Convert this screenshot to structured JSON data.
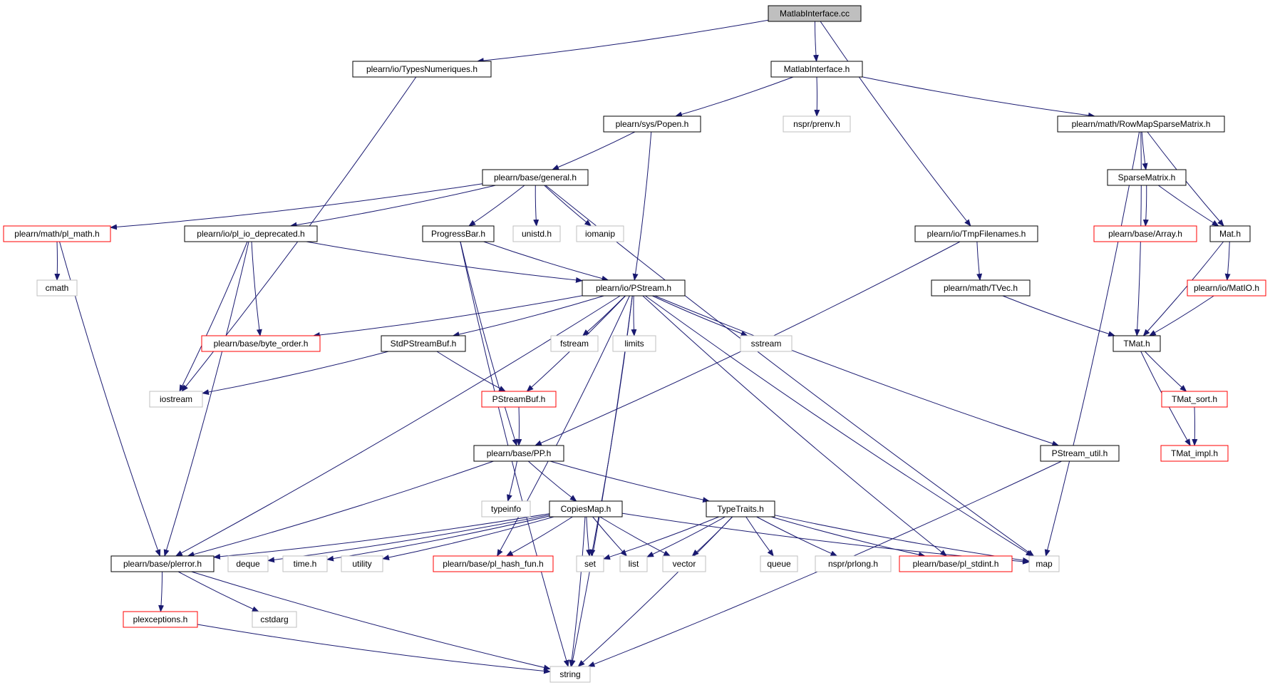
{
  "colors": {
    "edge": "#191970",
    "border_normal": "#000000",
    "border_truncated": "#ff0000",
    "border_external": "#bfbfbf",
    "fill_root": "#bfbfbf",
    "fill_default": "#ffffff",
    "text_normal": "#000000",
    "text_external": "#000000"
  },
  "nodes": [
    {
      "id": "matlabinterface_cc",
      "label": "MatlabInterface.cc",
      "style": "root"
    },
    {
      "id": "typesnumeriques_h",
      "label": "plearn/io/TypesNumeriques.h",
      "style": "normal"
    },
    {
      "id": "matlabinterface_h",
      "label": "MatlabInterface.h",
      "style": "normal"
    },
    {
      "id": "popen_h",
      "label": "plearn/sys/Popen.h",
      "style": "normal"
    },
    {
      "id": "prenv_h",
      "label": "nspr/prenv.h",
      "style": "external"
    },
    {
      "id": "rowmapsparsematrix_h",
      "label": "plearn/math/RowMapSparseMatrix.h",
      "style": "normal"
    },
    {
      "id": "general_h",
      "label": "plearn/base/general.h",
      "style": "normal"
    },
    {
      "id": "sparsematrix_h",
      "label": "SparseMatrix.h",
      "style": "normal"
    },
    {
      "id": "pl_math_h",
      "label": "plearn/math/pl_math.h",
      "style": "truncated"
    },
    {
      "id": "pl_io_deprecated_h",
      "label": "plearn/io/pl_io_deprecated.h",
      "style": "normal"
    },
    {
      "id": "progressbar_h",
      "label": "ProgressBar.h",
      "style": "normal"
    },
    {
      "id": "unistd_h",
      "label": "unistd.h",
      "style": "external"
    },
    {
      "id": "iomanip",
      "label": "iomanip",
      "style": "external"
    },
    {
      "id": "tmpfilenames_h",
      "label": "plearn/io/TmpFilenames.h",
      "style": "normal"
    },
    {
      "id": "array_h",
      "label": "plearn/base/Array.h",
      "style": "truncated"
    },
    {
      "id": "mat_h",
      "label": "Mat.h",
      "style": "normal"
    },
    {
      "id": "cmath",
      "label": "cmath",
      "style": "external"
    },
    {
      "id": "pstream_h",
      "label": "plearn/io/PStream.h",
      "style": "normal"
    },
    {
      "id": "tvec_h",
      "label": "plearn/math/TVec.h",
      "style": "normal"
    },
    {
      "id": "matio_h",
      "label": "plearn/io/MatIO.h",
      "style": "truncated"
    },
    {
      "id": "byte_order_h",
      "label": "plearn/base/byte_order.h",
      "style": "truncated"
    },
    {
      "id": "stdpstreambuf_h",
      "label": "StdPStreamBuf.h",
      "style": "normal"
    },
    {
      "id": "fstream",
      "label": "fstream",
      "style": "external"
    },
    {
      "id": "limits",
      "label": "limits",
      "style": "external"
    },
    {
      "id": "sstream",
      "label": "sstream",
      "style": "external"
    },
    {
      "id": "tmat_h",
      "label": "TMat.h",
      "style": "normal"
    },
    {
      "id": "iostream",
      "label": "iostream",
      "style": "external"
    },
    {
      "id": "pstreambuf_h",
      "label": "PStreamBuf.h",
      "style": "truncated"
    },
    {
      "id": "tmat_sort_h",
      "label": "TMat_sort.h",
      "style": "truncated"
    },
    {
      "id": "pp_h",
      "label": "plearn/base/PP.h",
      "style": "normal"
    },
    {
      "id": "pstream_util_h",
      "label": "PStream_util.h",
      "style": "normal"
    },
    {
      "id": "tmat_impl_h",
      "label": "TMat_impl.h",
      "style": "truncated"
    },
    {
      "id": "typeinfo",
      "label": "typeinfo",
      "style": "external"
    },
    {
      "id": "copiesmap_h",
      "label": "CopiesMap.h",
      "style": "normal"
    },
    {
      "id": "typetraits_h",
      "label": "TypeTraits.h",
      "style": "normal"
    },
    {
      "id": "plerror_h",
      "label": "plearn/base/plerror.h",
      "style": "normal"
    },
    {
      "id": "deque",
      "label": "deque",
      "style": "external"
    },
    {
      "id": "time_h",
      "label": "time.h",
      "style": "external"
    },
    {
      "id": "utility",
      "label": "utility",
      "style": "external"
    },
    {
      "id": "pl_hash_fun_h",
      "label": "plearn/base/pl_hash_fun.h",
      "style": "truncated"
    },
    {
      "id": "set",
      "label": "set",
      "style": "external"
    },
    {
      "id": "list",
      "label": "list",
      "style": "external"
    },
    {
      "id": "vector",
      "label": "vector",
      "style": "external"
    },
    {
      "id": "queue",
      "label": "queue",
      "style": "external"
    },
    {
      "id": "prlong_h",
      "label": "nspr/prlong.h",
      "style": "external"
    },
    {
      "id": "pl_stdint_h",
      "label": "plearn/base/pl_stdint.h",
      "style": "truncated"
    },
    {
      "id": "map",
      "label": "map",
      "style": "external"
    },
    {
      "id": "plexceptions_h",
      "label": "plexceptions.h",
      "style": "truncated"
    },
    {
      "id": "cstdarg",
      "label": "cstdarg",
      "style": "external"
    },
    {
      "id": "string",
      "label": "string",
      "style": "external"
    }
  ],
  "edges": [
    {
      "from": "matlabinterface_cc",
      "to": "typesnumeriques_h"
    },
    {
      "from": "matlabinterface_cc",
      "to": "matlabinterface_h"
    },
    {
      "from": "matlabinterface_cc",
      "to": "tmpfilenames_h"
    },
    {
      "from": "typesnumeriques_h",
      "to": "iostream"
    },
    {
      "from": "matlabinterface_h",
      "to": "popen_h"
    },
    {
      "from": "matlabinterface_h",
      "to": "prenv_h"
    },
    {
      "from": "matlabinterface_h",
      "to": "rowmapsparsematrix_h"
    },
    {
      "from": "popen_h",
      "to": "general_h"
    },
    {
      "from": "popen_h",
      "to": "pstream_h"
    },
    {
      "from": "rowmapsparsematrix_h",
      "to": "map"
    },
    {
      "from": "rowmapsparsematrix_h",
      "to": "tmat_h"
    },
    {
      "from": "rowmapsparsematrix_h",
      "to": "sparsematrix_h"
    },
    {
      "from": "rowmapsparsematrix_h",
      "to": "mat_h"
    },
    {
      "from": "general_h",
      "to": "pl_math_h"
    },
    {
      "from": "general_h",
      "to": "pl_io_deprecated_h"
    },
    {
      "from": "general_h",
      "to": "progressbar_h"
    },
    {
      "from": "general_h",
      "to": "unistd_h"
    },
    {
      "from": "general_h",
      "to": "iomanip"
    },
    {
      "from": "general_h",
      "to": "map"
    },
    {
      "from": "sparsematrix_h",
      "to": "array_h"
    },
    {
      "from": "sparsematrix_h",
      "to": "mat_h"
    },
    {
      "from": "pl_math_h",
      "to": "cmath"
    },
    {
      "from": "pl_math_h",
      "to": "plerror_h"
    },
    {
      "from": "pl_io_deprecated_h",
      "to": "plerror_h"
    },
    {
      "from": "pl_io_deprecated_h",
      "to": "iostream"
    },
    {
      "from": "pl_io_deprecated_h",
      "to": "byte_order_h"
    },
    {
      "from": "pl_io_deprecated_h",
      "to": "pstream_h"
    },
    {
      "from": "progressbar_h",
      "to": "pp_h"
    },
    {
      "from": "progressbar_h",
      "to": "pstream_h"
    },
    {
      "from": "progressbar_h",
      "to": "string"
    },
    {
      "from": "tmpfilenames_h",
      "to": "tvec_h"
    },
    {
      "from": "tmpfilenames_h",
      "to": "pp_h"
    },
    {
      "from": "mat_h",
      "to": "tmat_h"
    },
    {
      "from": "mat_h",
      "to": "matio_h"
    },
    {
      "from": "matio_h",
      "to": "tmat_h"
    },
    {
      "from": "tvec_h",
      "to": "tmat_h"
    },
    {
      "from": "pstream_h",
      "to": "byte_order_h"
    },
    {
      "from": "pstream_h",
      "to": "stdpstreambuf_h"
    },
    {
      "from": "pstream_h",
      "to": "fstream"
    },
    {
      "from": "pstream_h",
      "to": "limits"
    },
    {
      "from": "pstream_h",
      "to": "sstream"
    },
    {
      "from": "pstream_h",
      "to": "pstreambuf_h"
    },
    {
      "from": "pstream_h",
      "to": "plerror_h"
    },
    {
      "from": "pstream_h",
      "to": "pl_hash_fun_h"
    },
    {
      "from": "pstream_h",
      "to": "set"
    },
    {
      "from": "pstream_h",
      "to": "pl_stdint_h"
    },
    {
      "from": "pstream_h",
      "to": "map"
    },
    {
      "from": "pstream_h",
      "to": "pstream_util_h"
    },
    {
      "from": "pstream_h",
      "to": "string"
    },
    {
      "from": "stdpstreambuf_h",
      "to": "iostream"
    },
    {
      "from": "stdpstreambuf_h",
      "to": "pstreambuf_h"
    },
    {
      "from": "pstreambuf_h",
      "to": "pp_h"
    },
    {
      "from": "tmat_h",
      "to": "tmat_sort_h"
    },
    {
      "from": "tmat_h",
      "to": "tmat_impl_h"
    },
    {
      "from": "tmat_sort_h",
      "to": "tmat_impl_h"
    },
    {
      "from": "pp_h",
      "to": "plerror_h"
    },
    {
      "from": "pp_h",
      "to": "typeinfo"
    },
    {
      "from": "pp_h",
      "to": "copiesmap_h"
    },
    {
      "from": "pp_h",
      "to": "typetraits_h"
    },
    {
      "from": "pstream_util_h",
      "to": "string"
    },
    {
      "from": "copiesmap_h",
      "to": "plerror_h"
    },
    {
      "from": "copiesmap_h",
      "to": "deque"
    },
    {
      "from": "copiesmap_h",
      "to": "time_h"
    },
    {
      "from": "copiesmap_h",
      "to": "utility"
    },
    {
      "from": "copiesmap_h",
      "to": "pl_hash_fun_h"
    },
    {
      "from": "copiesmap_h",
      "to": "set"
    },
    {
      "from": "copiesmap_h",
      "to": "list"
    },
    {
      "from": "copiesmap_h",
      "to": "vector"
    },
    {
      "from": "copiesmap_h",
      "to": "map"
    },
    {
      "from": "copiesmap_h",
      "to": "string"
    },
    {
      "from": "typetraits_h",
      "to": "set"
    },
    {
      "from": "typetraits_h",
      "to": "list"
    },
    {
      "from": "typetraits_h",
      "to": "vector"
    },
    {
      "from": "typetraits_h",
      "to": "queue"
    },
    {
      "from": "typetraits_h",
      "to": "prlong_h"
    },
    {
      "from": "typetraits_h",
      "to": "pl_stdint_h"
    },
    {
      "from": "typetraits_h",
      "to": "map"
    },
    {
      "from": "typetraits_h",
      "to": "string"
    },
    {
      "from": "plerror_h",
      "to": "plexceptions_h"
    },
    {
      "from": "plerror_h",
      "to": "cstdarg"
    },
    {
      "from": "plerror_h",
      "to": "string"
    },
    {
      "from": "plexceptions_h",
      "to": "string"
    }
  ]
}
